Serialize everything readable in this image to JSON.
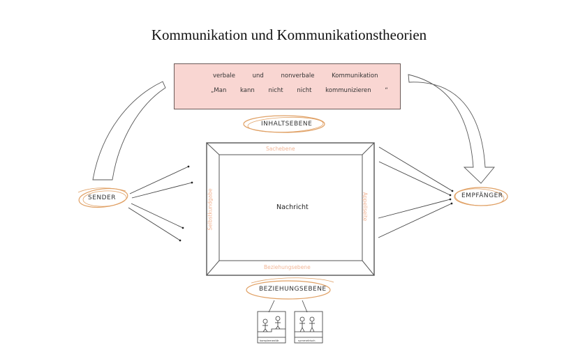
{
  "title": "Kommunikation und Kommunikationstheorien",
  "content_box": {
    "line1": "verbale und nonverbale Kommunikation",
    "line2": "„Man kann nicht nicht kommunizieren “",
    "fill_color": "#f9d6d2"
  },
  "levels": {
    "content_level": "INHALTSEBENE",
    "relationship_level": "BEZIEHUNGSEBENE"
  },
  "message_frame": {
    "center": "Nachricht",
    "top": "Sachebene",
    "bottom": "Beziehungsebene",
    "left": "Selbstkundgabe",
    "right": "Appellseite"
  },
  "actors": {
    "sender": "SENDER",
    "receiver": "EMPFÄNGER"
  },
  "relationship_types": [
    {
      "label": "komplementär"
    },
    {
      "label": "symmetrisch"
    }
  ],
  "colors": {
    "accent_orange": "#e0a064",
    "side_label": "#f2b595",
    "line": "#555555"
  }
}
